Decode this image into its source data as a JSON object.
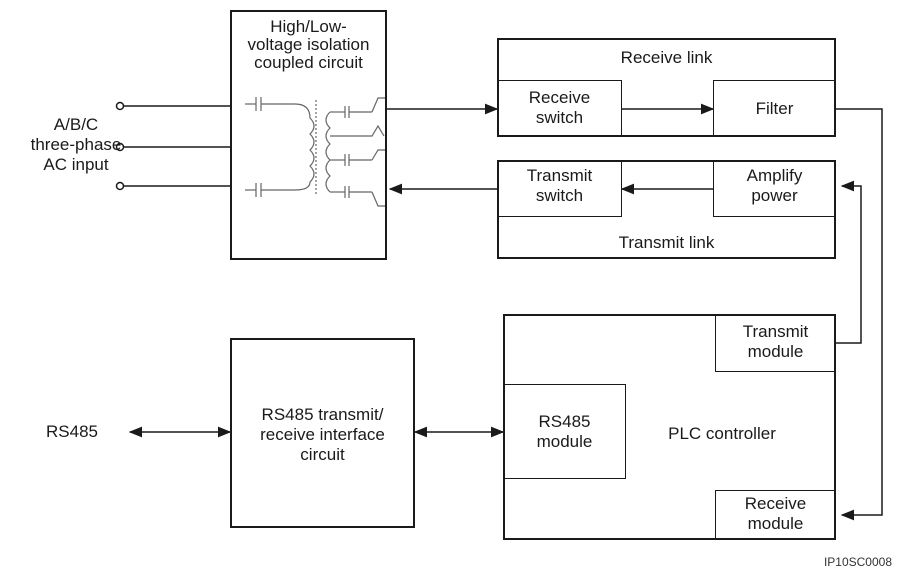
{
  "input": {
    "line1": "A/B/C",
    "line2": "three-phase",
    "line3": "AC input"
  },
  "isolation": {
    "line1": "High/Low-",
    "line2": "voltage isolation",
    "line3": "coupled circuit"
  },
  "receive_link": {
    "title": "Receive link",
    "switch_line1": "Receive",
    "switch_line2": "switch",
    "filter": "Filter"
  },
  "transmit_link": {
    "title": "Transmit link",
    "switch_line1": "Transmit",
    "switch_line2": "switch",
    "amp_line1": "Amplify",
    "amp_line2": "power"
  },
  "rs485_port": "RS485",
  "rs485_circuit": {
    "line1": "RS485 transmit/",
    "line2": "receive interface",
    "line3": "circuit"
  },
  "plc": {
    "title": "PLC controller",
    "tx_line1": "Transmit",
    "tx_line2": "module",
    "rx_line1": "Receive",
    "rx_line2": "module",
    "rs485_line1": "RS485",
    "rs485_line2": "module"
  },
  "figure_id": "IP10SC0008"
}
